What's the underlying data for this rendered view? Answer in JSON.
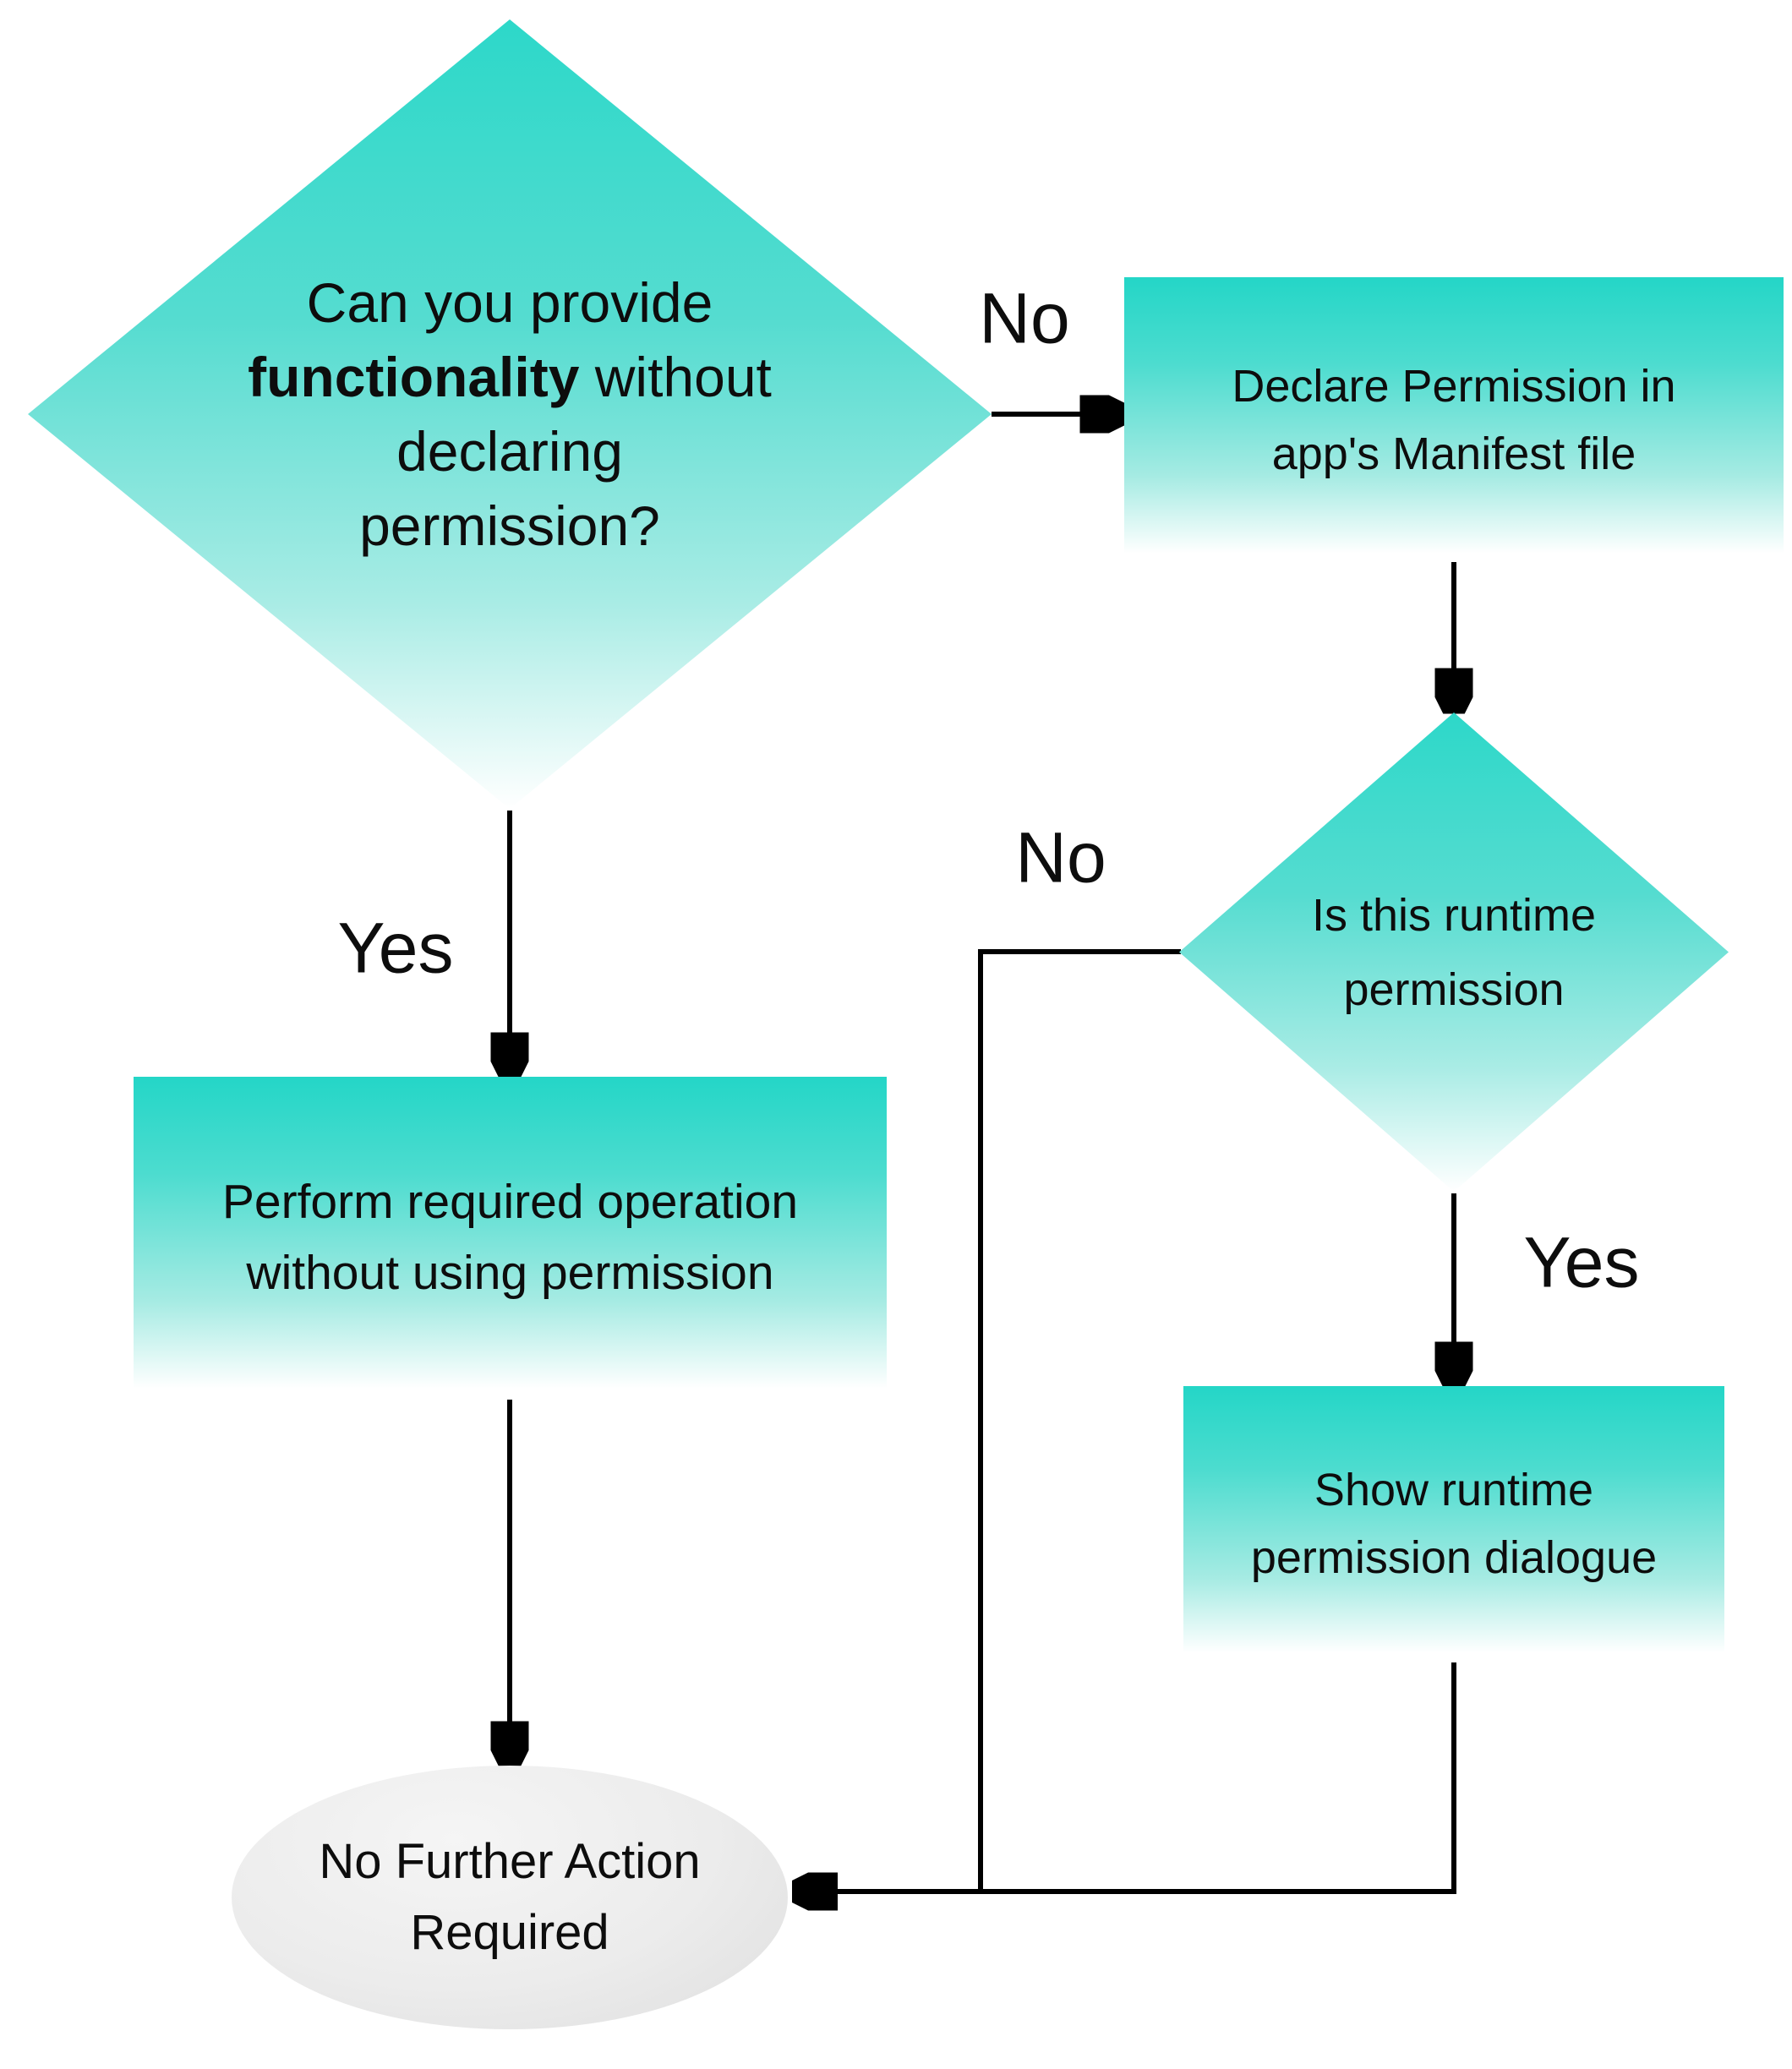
{
  "diagram": {
    "background": "#ffffff",
    "colors": {
      "node_teal_top": "#2bd8c9",
      "node_fade_bottom": "#ffffff",
      "terminal_gray": "#e9e9e9",
      "connector_black": "#000000",
      "text_black": "#0d0d0d"
    },
    "nodes": {
      "decision_functionality": {
        "line1_bold": "Can you provide",
        "line2_bold": "functionality",
        "line2_rest": " without",
        "line3": "declaring",
        "line4": "permission?"
      },
      "declare_permission": {
        "line1": "Declare Permission in",
        "line2": "app's Manifest file"
      },
      "runtime_decision": {
        "line1": "Is this runtime",
        "line2": "permission"
      },
      "perform_operation": {
        "line1": "Perform required operation",
        "line2": "without using permission"
      },
      "show_dialog": {
        "line1": "Show runtime",
        "line2": "permission dialogue"
      },
      "terminal": {
        "line1": "No Further Action",
        "line2": "Required"
      }
    },
    "edge_labels": {
      "no_top": "No",
      "yes_left": "Yes",
      "no_mid": "No",
      "yes_right": "Yes"
    }
  }
}
